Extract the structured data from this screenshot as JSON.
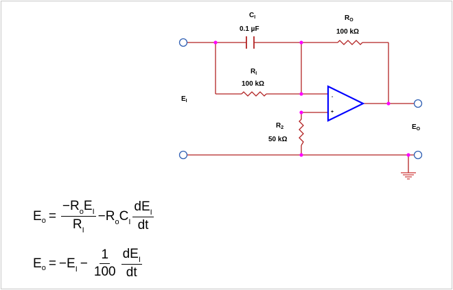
{
  "circuit": {
    "c1": {
      "symbol": "C",
      "sub": "I",
      "value": "0.1 µF"
    },
    "ro": {
      "symbol": "R",
      "sub": "O",
      "value": "100 kΩ"
    },
    "r1": {
      "symbol": "R",
      "sub": "I",
      "value": "100 kΩ"
    },
    "r2": {
      "symbol": "R",
      "sub": "2",
      "value": "50 kΩ"
    },
    "ei": {
      "symbol": "E",
      "sub": "I"
    },
    "eo": {
      "symbol": "E",
      "sub": "O"
    },
    "opamp": {
      "inverting": "-",
      "noninverting": "+"
    }
  },
  "equations": {
    "eq1": {
      "lhs": "E",
      "lhs_sub": "o",
      "equals": "=",
      "frac1_num": "−R",
      "frac1_num_sub1": "o",
      "frac1_num_mid": "E",
      "frac1_num_sub2": "I",
      "frac1_den": "R",
      "frac1_den_sub": "I",
      "minus": "−",
      "term": "R",
      "term_sub1": "o",
      "term_mid": "C",
      "term_sub2": "I",
      "frac2_num": "dE",
      "frac2_num_sub": "I",
      "frac2_den": "dt"
    },
    "eq2": {
      "lhs": "E",
      "lhs_sub": "o",
      "equals": "=",
      "neg_e": "−E",
      "neg_e_sub": "I",
      "minus": "−",
      "frac1_num": "1",
      "frac1_den": "100",
      "frac2_num": "dE",
      "frac2_num_sub": "I",
      "frac2_den": "dt"
    }
  },
  "colors": {
    "wire": "#b22222",
    "node": "#ff00ff",
    "opamp": "#0000ff",
    "terminal": "#2f5fb3",
    "ground": "#cc3333"
  }
}
